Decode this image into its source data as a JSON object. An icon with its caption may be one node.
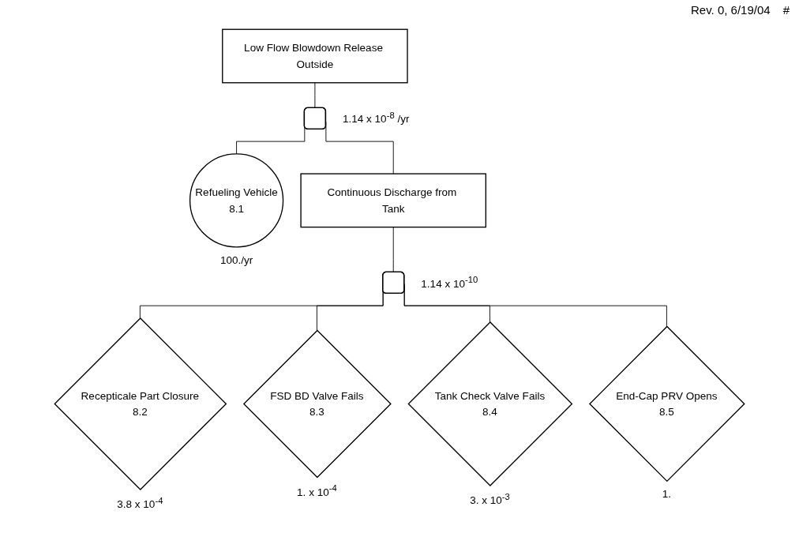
{
  "diagram": {
    "nodes": [
      {
        "text": [
          "Low Flow Blowdown Release Outside"
        ]
      },
      {
        "text": [],
        "shape": "gate",
        "beside": [
          "1.14 x 10$^{-8}$ /yr"
        ]
      },
      {
        "text": [
          "Refueling Vehicle",
          "8.1"
        ],
        "beside": [
          "100./yr"
        ]
      },
      {
        "text": [
          "Continuous Discharge from Tank"
        ]
      },
      {
        "text": [],
        "shape": "gate",
        "beside": [
          "1.14 x 10$^{-10}$"
        ]
      },
      {
        "text": [
          "Recepticale Part Closure",
          "8.2"
        ],
        "beside": [
          "3.8 x 10$^{-4}$"
        ]
      },
      {
        "text": [
          "FSD BD Valve Fails",
          "8.3"
        ],
        "beside": [
          "1. x 10$^{-4}$"
        ]
      },
      {
        "text": [
          "Tank Check Valve Fails",
          "8.4"
        ],
        "beside": [
          "3. x 10$^{-3}$"
        ]
      },
      {
        "text": [
          "End-Cap PRV Opens",
          "8.5"
        ],
        "beside": [
          "1."
        ]
      }
    ],
    "edges": [
      {
        "from": 0,
        "to": 1,
        "arrow": "none"
      },
      {
        "from": 1,
        "to": 2,
        "arrow": "none"
      },
      {
        "from": 1,
        "to": 3,
        "arrow": "none"
      },
      {
        "from": 3,
        "to": 4,
        "arrow": "none"
      },
      {
        "from": 4,
        "to": 5,
        "arrow": "none"
      },
      {
        "from": 4,
        "to": 6,
        "arrow": "none"
      },
      {
        "from": 4,
        "to": 7,
        "arrow": "none"
      },
      {
        "from": 4,
        "to": 8,
        "arrow": "none"
      }
    ],
    "labels": [
      "Rev. 0, 6/19/04",
      "#"
    ]
  }
}
